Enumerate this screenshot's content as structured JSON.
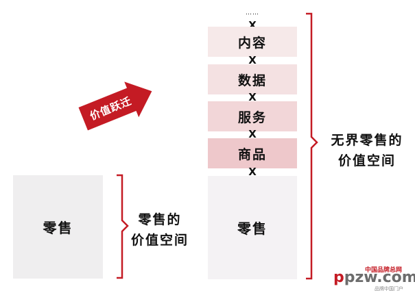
{
  "left": {
    "box_label": "零售",
    "bracket_label_line1": "零售的",
    "bracket_label_line2": "价值空间"
  },
  "arrow": {
    "label": "价值跃迁",
    "color": "#c41b24"
  },
  "stack": {
    "ellipsis": "……",
    "levels": [
      {
        "label": "内容"
      },
      {
        "label": "数据"
      },
      {
        "label": "服务"
      },
      {
        "label": "商品"
      }
    ],
    "base_label": "零售",
    "multiplier": "X",
    "bracket_label_line1": "无界零售的",
    "bracket_label_line2": "价值空间"
  },
  "colors": {
    "bracket": "#c41b24",
    "level_content": "#f6e9e9",
    "level_data": "#f4e1e2",
    "level_service": "#f2d6d8",
    "level_goods": "#eec8cb",
    "base_box": "#f4f2f4"
  },
  "watermark": {
    "logo_p1": "p",
    "logo_p2": "p",
    "logo_rest": "zw.com",
    "top_text": "中国品牌总网",
    "sub_text": "品牌中国门户"
  }
}
